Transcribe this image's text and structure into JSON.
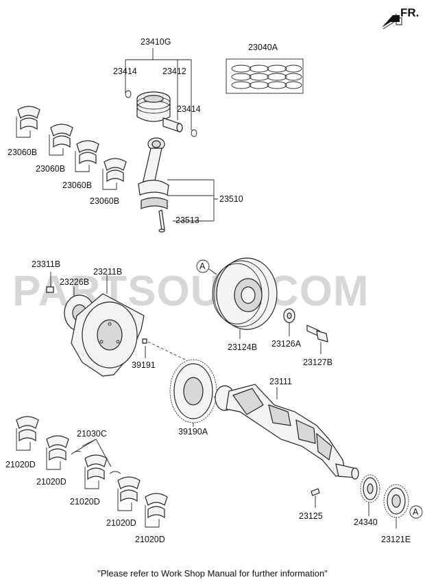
{
  "direction": {
    "text": "FR."
  },
  "watermark": {
    "text": "PARTSOUQ.COM"
  },
  "footer": {
    "note": "\"Please refer to Work Shop Manual for further information\""
  },
  "reference_marks": {
    "a_top": "A",
    "a_bottom": "A"
  },
  "labels": {
    "p23410G": "23410G",
    "p23414_left": "23414",
    "p23412": "23412",
    "p23414_right": "23414",
    "p23040A": "23040A",
    "p23060B_1": "23060B",
    "p23060B_2": "23060B",
    "p23060B_3": "23060B",
    "p23060B_4": "23060B",
    "p23510": "23510",
    "p23513": "23513",
    "p23311B": "23311B",
    "p23226B": "23226B",
    "p23211B": "23211B",
    "p39191": "39191",
    "p23124B": "23124B",
    "p23126A": "23126A",
    "p23127B": "23127B",
    "p23111": "23111",
    "p39190A": "39190A",
    "p21030C": "21030C",
    "p21020D_1": "21020D",
    "p21020D_2": "21020D",
    "p21020D_3": "21020D",
    "p21020D_4": "21020D",
    "p21020D_5": "21020D",
    "p23125": "23125",
    "p24340": "24340",
    "p23121E": "23121E"
  }
}
